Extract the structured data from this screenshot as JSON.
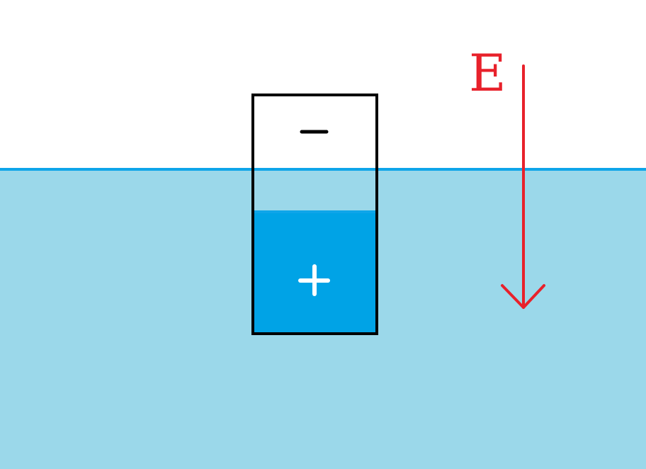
{
  "diagram": {
    "colors": {
      "background": "#ffffff",
      "liquid": "#9bd8ea",
      "liquid_surface": "#0ea5e9",
      "positive_region": "#00a3e6",
      "container_outline": "#000000",
      "field_arrow": "#e8212b"
    },
    "container": {
      "top_sign": "minus-sign",
      "bottom_sign": "plus-sign"
    },
    "field": {
      "label": "E",
      "direction": "down"
    }
  }
}
